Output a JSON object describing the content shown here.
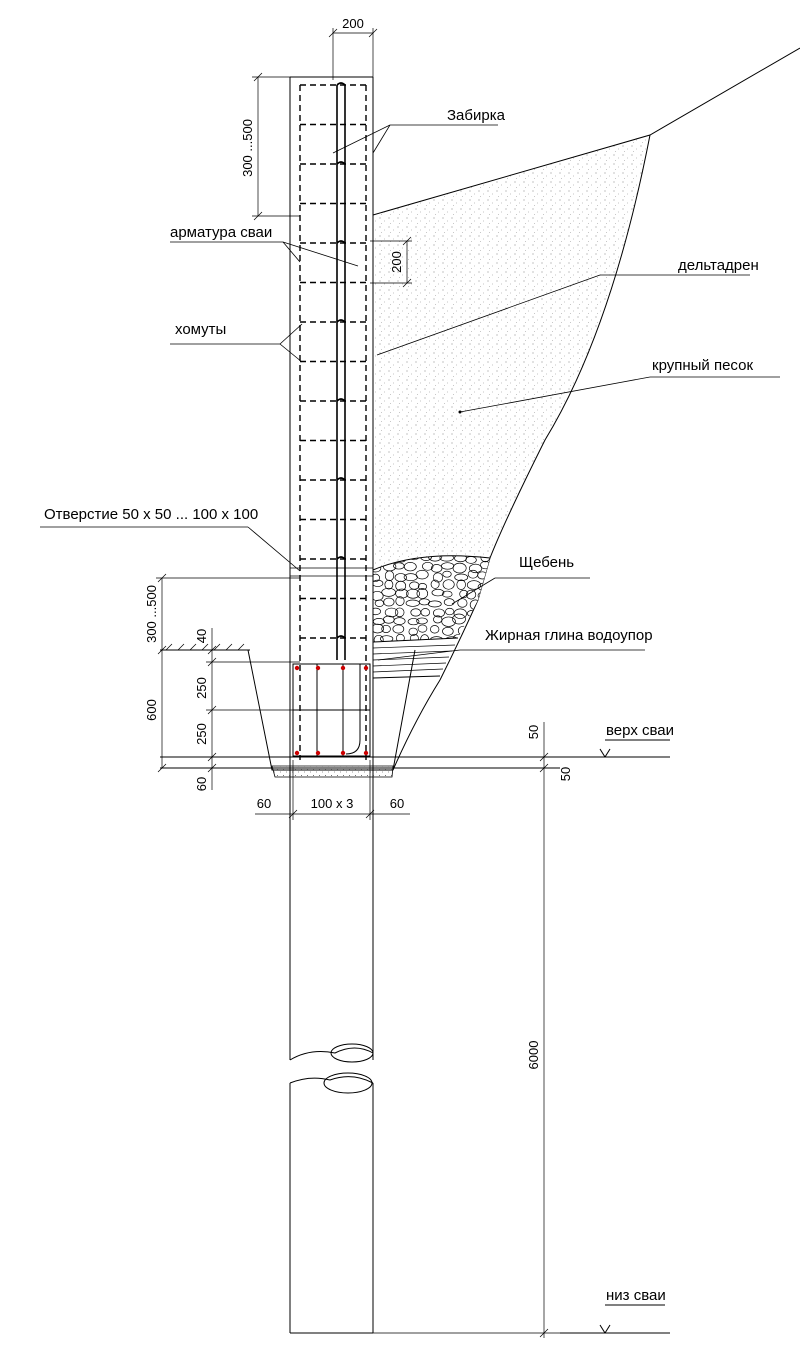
{
  "labels": {
    "zabirka": "Забирка",
    "armatura": "арматура сваи",
    "deltadren": "дельтадрен",
    "khomuty": "хомуты",
    "pesok": "крупный песок",
    "otverstie": "Отверстие 50 х 50 ... 100 х 100",
    "shcheben": "Щебень",
    "glina": "Жирная глина водоупор",
    "verkh_svai": "верх сваи",
    "niz_svai": "низ сваи"
  },
  "dims": {
    "top_200": "200",
    "spacing_300_500": "300 ...500",
    "spacing_200": "200",
    "left_300_500": "300 ...500",
    "d40": "40",
    "d250a": "250",
    "d250b": "250",
    "d600": "600",
    "d60_left": "60",
    "d50_right": "50",
    "d50_right2": "50",
    "bottom_60_left": "60",
    "bottom_100x3": "100 х 3",
    "bottom_60_right": "60",
    "d6000": "6000"
  }
}
